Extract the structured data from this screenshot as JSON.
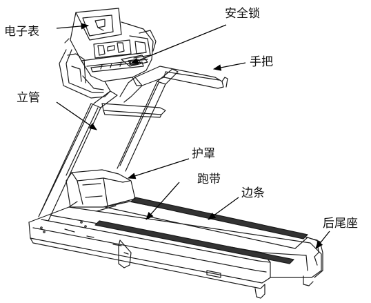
{
  "labels": {
    "console": "电子表",
    "safety_key": "安全锁",
    "handlebar": "手把",
    "upright": "立管",
    "motor_cover": "护罩",
    "running_belt": "跑带",
    "side_rail": "边条",
    "rear_end_cap": "后尾座"
  },
  "colors": {
    "line": "#1a1a1a",
    "arrow": "#000000",
    "belt_strip": "#333333",
    "background": "#ffffff"
  }
}
